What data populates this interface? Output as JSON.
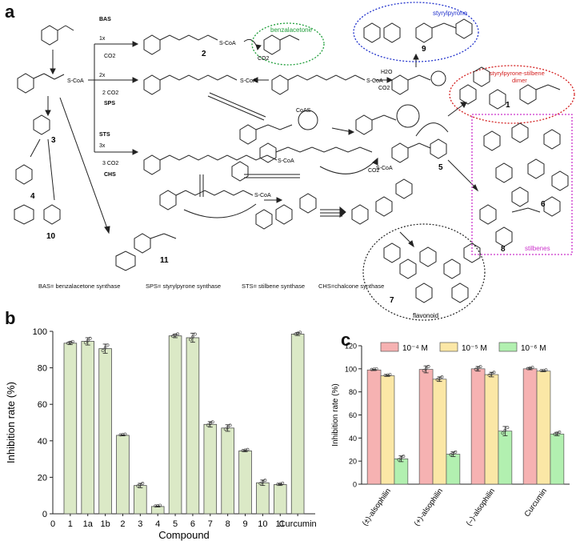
{
  "figure": {
    "panel_a": {
      "letter": "a",
      "enzymes": {
        "bas": "BAS",
        "sps": "SPS",
        "sts": "STS",
        "chs": "CHS"
      },
      "multipliers": {
        "x1": "1x",
        "x2": "2x",
        "x3": "3x"
      },
      "co2_labels": {
        "one": "CO2",
        "two": "2 CO2",
        "three": "3 CO2"
      },
      "scoa": "S-CoA",
      "coas": "CoAS",
      "h2o": "H2O",
      "groups": {
        "benzalacetone": "benzalacetone",
        "styrylpyrone": "styrylpyrone",
        "styrylpyrone_dimer": "styrylpyrone-stilbene\ndimer",
        "stilbenes": "stilbenes",
        "flavonoid": "flavonoid"
      },
      "compound_numbers": [
        "1",
        "2",
        "3",
        "4",
        "5",
        "6",
        "7",
        "8",
        "9",
        "10",
        "11"
      ],
      "abbreviations": {
        "bas": "BAS= benzalacetone synthase",
        "sps": "SPS= styrylpyrone synthase",
        "sts": "STS= stilbene synthase",
        "chs": "CHS=chalcone synthase"
      },
      "colors": {
        "green": "#1f9e3a",
        "blue": "#2233cc",
        "red": "#d42020",
        "magenta": "#cc33cc"
      }
    },
    "panel_b": {
      "letter": "b",
      "chart_data": {
        "type": "bar",
        "xlabel": "Compound",
        "ylabel": "Inhibition rate (%)",
        "ylim": [
          0,
          100
        ],
        "yticks": [
          0,
          20,
          40,
          60,
          80,
          100
        ],
        "x_origin_label": "0",
        "categories": [
          "1",
          "1a",
          "1b",
          "2",
          "3",
          "4",
          "5",
          "6",
          "7",
          "8",
          "9",
          "10",
          "11",
          "Curcumin"
        ],
        "values": [
          93.5,
          94.5,
          90.5,
          43.0,
          15.5,
          4.0,
          97.5,
          96.5,
          49.0,
          47.0,
          34.5,
          17.0,
          16.0,
          98.5
        ],
        "errors": [
          0.8,
          2.0,
          2.5,
          0.3,
          1.2,
          0.3,
          1.0,
          2.5,
          1.5,
          1.8,
          0.5,
          1.5,
          0.5,
          0.8
        ],
        "bar_color": "#dbe9c6",
        "edge_color": "#4d4d4d"
      }
    },
    "panel_c": {
      "letter": "c",
      "chart_data": {
        "type": "bar",
        "ylabel": "Inhibition rate (%)",
        "ylim": [
          0,
          120
        ],
        "yticks": [
          0,
          20,
          40,
          60,
          80,
          100,
          120
        ],
        "categories": [
          "(±)-alsophilin",
          "(+)-alsophilin",
          "(–)-alsophilin",
          "Curcumin"
        ],
        "legend_position": "top",
        "series": [
          {
            "name": "10⁻⁴ M",
            "values": [
              99,
              99.5,
              100,
              100
            ],
            "errors": [
              0.5,
              3.0,
              2.0,
              0.8
            ],
            "color": "#f6b2b2"
          },
          {
            "name": "10⁻⁵ M",
            "values": [
              94,
              91,
              95,
              98
            ],
            "errors": [
              0.6,
              2.0,
              2.0,
              0.5
            ],
            "color": "#fbe7a6"
          },
          {
            "name": "10⁻⁶ M",
            "values": [
              22,
              26,
              46,
              43.5
            ],
            "errors": [
              2.5,
              2.0,
              4.0,
              1.5
            ],
            "color": "#b2f0b0"
          }
        ]
      }
    }
  }
}
